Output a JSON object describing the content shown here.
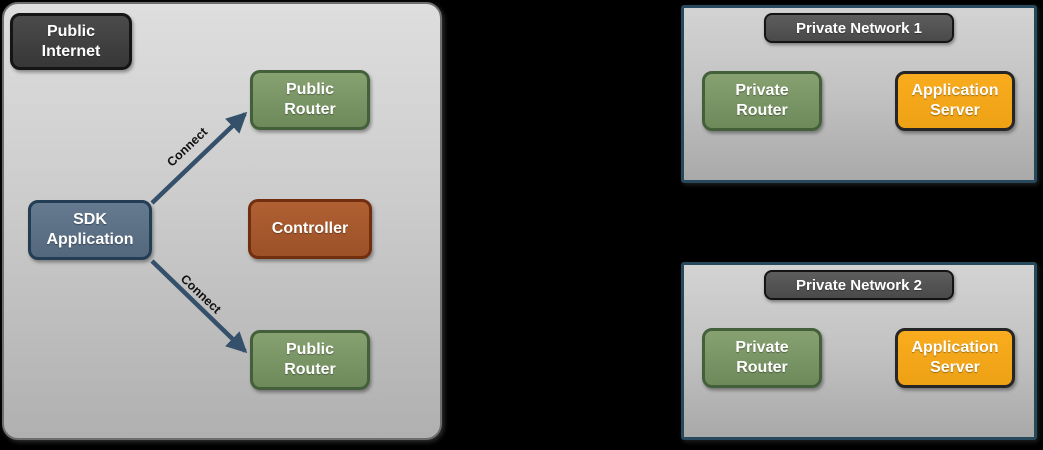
{
  "colors": {
    "background": "#000000",
    "public_zone_fill_top": "#dedede",
    "public_zone_fill_bottom": "#b0b0b0",
    "public_zone_border": "#6d6d6d",
    "private_zone_border": "#27495e",
    "dark_node_fill": "#3f3f3f",
    "green_node_fill": "#7b9465",
    "green_node_border": "#43603b",
    "slate_node_fill": "#5c7288",
    "slate_node_border": "#233d55",
    "rust_node_fill": "#a6582d",
    "rust_node_border": "#712f10",
    "orange_node_fill": "#f3a719",
    "orange_node_border": "#262626",
    "arrow": "#34506a",
    "node_text": "#ffffff",
    "connect_text": "#111111"
  },
  "public_zone": {
    "internet_box": "Public Internet",
    "router_top": "Public Router",
    "sdk_application": "SDK Application",
    "controller": "Controller",
    "router_bottom": "Public Router",
    "connect_top": "Connect",
    "connect_bottom": "Connect"
  },
  "private_networks": [
    {
      "title": "Private Network 1",
      "router": "Private Router",
      "server": "Application Server"
    },
    {
      "title": "Private Network 2",
      "router": "Private Router",
      "server": "Application Server"
    }
  ]
}
